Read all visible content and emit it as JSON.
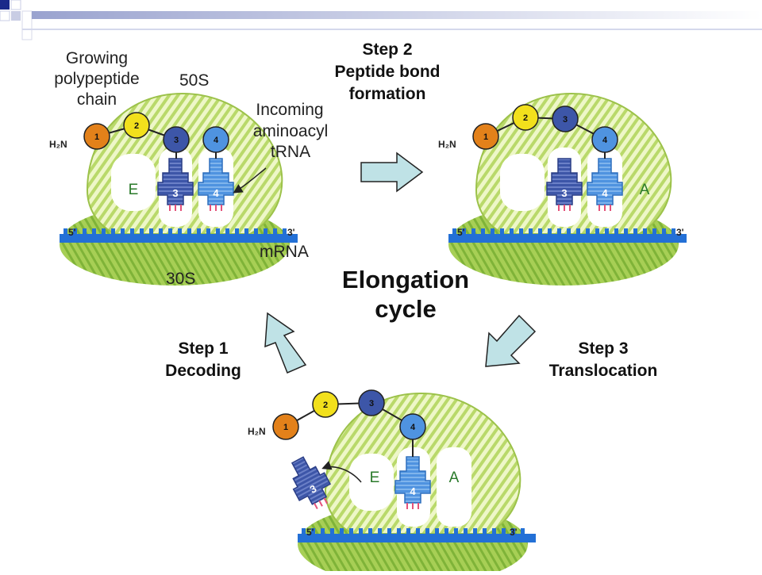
{
  "colors": {
    "ribbon_green": "#8dbf3f",
    "hatch_light": "#e6f3b7",
    "mrna_blue": "#2370d6",
    "trna_dark": "#3d56a8",
    "trna_light": "#4f93e0",
    "aa1": "#e3811a",
    "aa2": "#f2e01c",
    "arrow_fill": "#bfe2e6",
    "corner_navy": "#1a2a8a"
  },
  "labels": {
    "growing": [
      "Growing",
      "polypeptide",
      "chain"
    ],
    "large_subunit": "50S",
    "small_subunit": "30S",
    "incoming": [
      "Incoming",
      "aminoacyl",
      "tRNA"
    ],
    "mrna": "mRNA",
    "step2": [
      "Step 2",
      "Peptide bond",
      "formation"
    ],
    "step1": [
      "Step 1",
      "Decoding"
    ],
    "step3": [
      "Step 3",
      "Translocation"
    ],
    "center": [
      "Elongation",
      "cycle"
    ]
  },
  "ribosome": {
    "h2n": "H₂N",
    "five_prime": "5'",
    "three_prime": "3'",
    "site_e": "E",
    "site_a": "A",
    "aa_numbers": [
      "1",
      "2",
      "3",
      "4"
    ],
    "trna_numbers": [
      "3",
      "4"
    ]
  }
}
